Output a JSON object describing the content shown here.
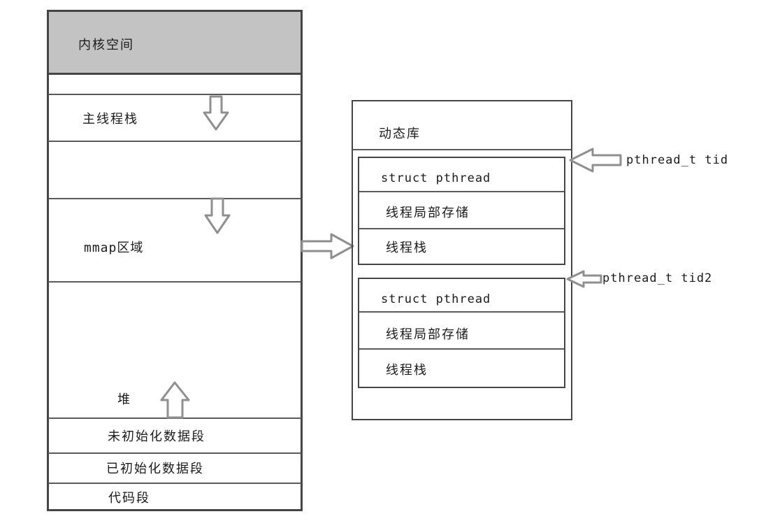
{
  "left_box": {
    "sections": {
      "kernel": "内核空间",
      "main_thread_stack": "主线程栈",
      "mmap": "mmap区域",
      "heap": "堆",
      "uninit_data": "未初始化数据段",
      "init_data": "已初始化数据段",
      "code": "代码段"
    }
  },
  "right_box": {
    "dynamic_lib": "动态库",
    "thread_block_1": {
      "rows": [
        "struct pthread",
        "线程局部存储",
        "线程栈"
      ]
    },
    "thread_block_2": {
      "rows": [
        "struct pthread",
        "线程局部存储",
        "线程栈"
      ]
    }
  },
  "annotations": {
    "tid": "pthread_t tid",
    "tid2": "pthread_t tid2"
  },
  "icons": {
    "stack_growth": "down-arrow",
    "mmap_growth": "down-arrow",
    "heap_growth": "up-arrow",
    "mmap_to_dynlib": "right-arrow",
    "tid_pointer": "left-arrow",
    "tid2_pointer": "left-arrow"
  },
  "colors": {
    "kernel_fill": "#c3c3c3",
    "line": "#454545",
    "arrow_stroke": "#8f8f8f"
  }
}
